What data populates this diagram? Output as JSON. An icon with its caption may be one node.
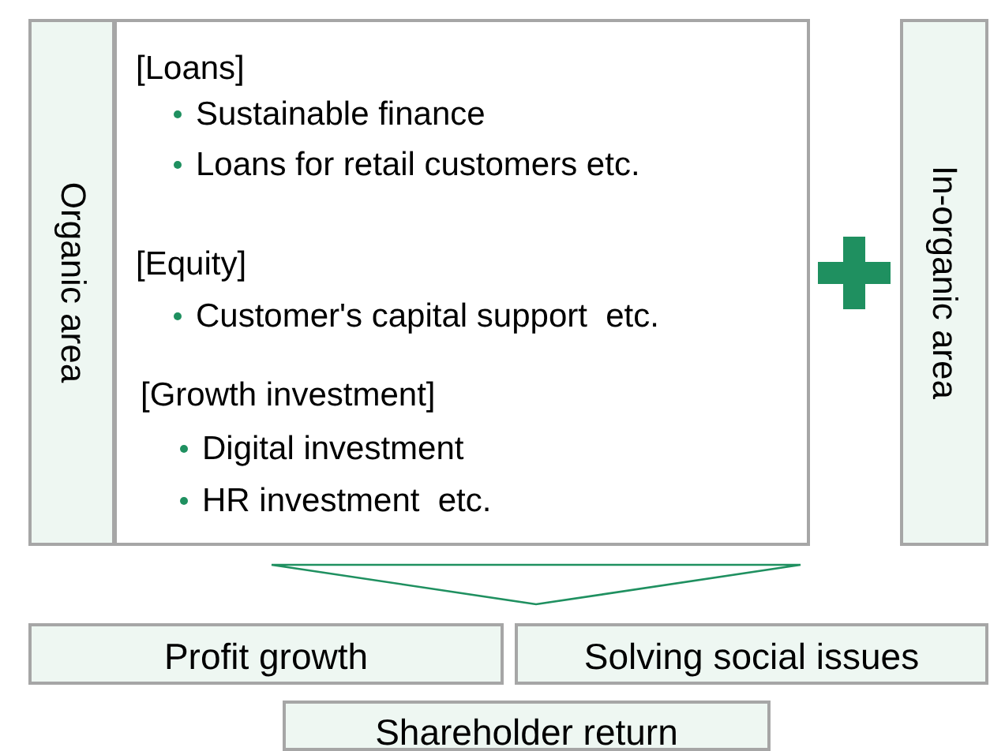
{
  "diagram": {
    "nodes": [
      {
        "text": [
          "Organic area"
        ]
      },
      {
        "text": [
          "[Loans]",
          "Sustainable finance",
          "Loans for retail customers etc.",
          "[Equity]",
          "Customer's capital support  etc.",
          "[Growth investment]",
          "Digital investment",
          "HR investment  etc."
        ]
      },
      {
        "text": [
          "In-organic area"
        ]
      },
      {
        "text": [],
        "shape": "chevron"
      },
      {
        "text": [
          "Profit growth"
        ]
      },
      {
        "text": [
          "Solving social issues"
        ]
      },
      {
        "text": [
          "Shareholder return"
        ]
      }
    ]
  }
}
